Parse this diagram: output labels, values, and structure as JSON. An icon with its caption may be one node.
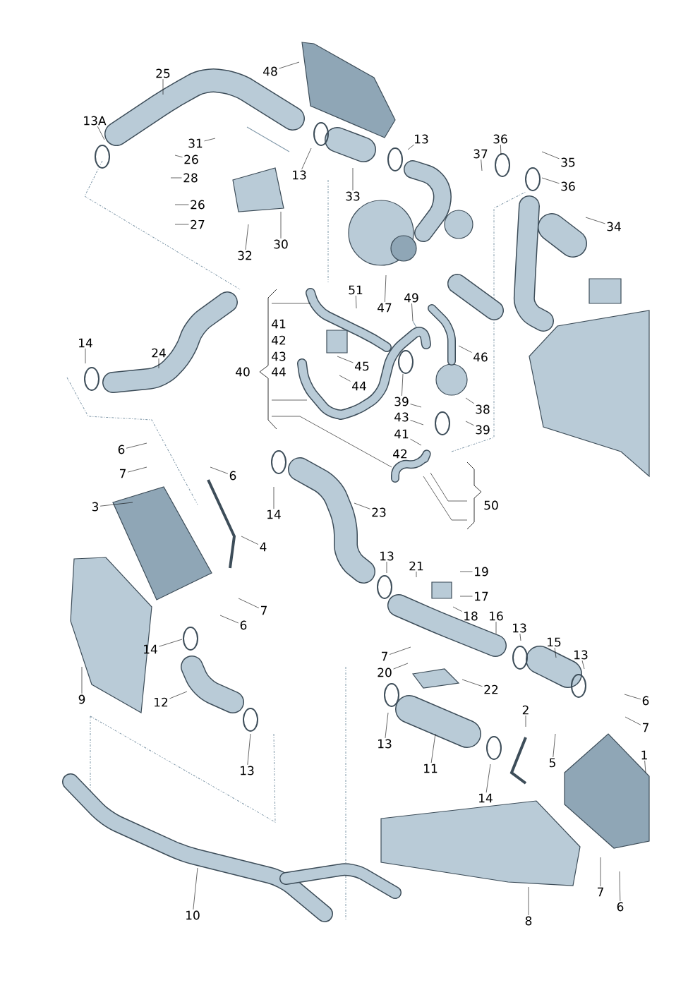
{
  "diagram": {
    "nodes": [
      {
        "text": [
          "25"
        ]
      },
      {
        "text": [
          "48"
        ]
      },
      {
        "text": [
          "13A"
        ]
      },
      {
        "text": [
          "31"
        ]
      },
      {
        "text": [
          "26"
        ]
      },
      {
        "text": [
          "28"
        ]
      },
      {
        "text": [
          "13"
        ]
      },
      {
        "text": [
          "13"
        ]
      },
      {
        "text": [
          "36"
        ]
      },
      {
        "text": [
          "37"
        ]
      },
      {
        "text": [
          "35"
        ]
      },
      {
        "text": [
          "36"
        ]
      },
      {
        "text": [
          "26"
        ]
      },
      {
        "text": [
          "27"
        ]
      },
      {
        "text": [
          "33"
        ]
      },
      {
        "text": [
          "34"
        ]
      },
      {
        "text": [
          "32"
        ]
      },
      {
        "text": [
          "30"
        ]
      },
      {
        "text": [
          "47"
        ]
      },
      {
        "text": [
          "51"
        ]
      },
      {
        "text": [
          "49"
        ]
      },
      {
        "text": [
          "45"
        ]
      },
      {
        "text": [
          "44"
        ]
      },
      {
        "text": [
          "46"
        ]
      },
      {
        "text": [
          "14"
        ]
      },
      {
        "text": [
          "24"
        ]
      },
      {
        "text": [
          "39"
        ]
      },
      {
        "text": [
          "43"
        ]
      },
      {
        "text": [
          "38"
        ]
      },
      {
        "text": [
          "39"
        ]
      },
      {
        "text": [
          "41"
        ]
      },
      {
        "text": [
          "6"
        ]
      },
      {
        "text": [
          "7"
        ]
      },
      {
        "text": [
          "6"
        ]
      },
      {
        "text": [
          "3"
        ]
      },
      {
        "text": [
          "14"
        ]
      },
      {
        "text": [
          "23"
        ]
      },
      {
        "text": [
          "4"
        ]
      },
      {
        "text": [
          "13"
        ]
      },
      {
        "text": [
          "21"
        ]
      },
      {
        "text": [
          "19"
        ]
      },
      {
        "text": [
          "17"
        ]
      },
      {
        "text": [
          "7"
        ]
      },
      {
        "text": [
          "18"
        ]
      },
      {
        "text": [
          "16"
        ]
      },
      {
        "text": [
          "6"
        ]
      },
      {
        "text": [
          "13"
        ]
      },
      {
        "text": [
          "15"
        ]
      },
      {
        "text": [
          "14"
        ]
      },
      {
        "text": [
          "13"
        ]
      },
      {
        "text": [
          "7"
        ]
      },
      {
        "text": [
          "20"
        ]
      },
      {
        "text": [
          "22"
        ]
      },
      {
        "text": [
          "9"
        ]
      },
      {
        "text": [
          "12"
        ]
      },
      {
        "text": [
          "6"
        ]
      },
      {
        "text": [
          "2"
        ]
      },
      {
        "text": [
          "7"
        ]
      },
      {
        "text": [
          "13"
        ]
      },
      {
        "text": [
          "1"
        ]
      },
      {
        "text": [
          "11"
        ]
      },
      {
        "text": [
          "5"
        ]
      },
      {
        "text": [
          "13"
        ]
      },
      {
        "text": [
          "14"
        ]
      },
      {
        "text": [
          "7"
        ]
      },
      {
        "text": [
          "6"
        ]
      },
      {
        "text": [
          "10"
        ]
      },
      {
        "text": [
          "8"
        ]
      }
    ],
    "edges": [
      {
        "from": 0,
        "to": null,
        "arrow": "none"
      },
      {
        "from": 1,
        "to": null,
        "arrow": "none"
      },
      {
        "from": 2,
        "to": null,
        "arrow": "none"
      },
      {
        "from": 3,
        "to": null,
        "arrow": "none"
      },
      {
        "from": 4,
        "to": null,
        "arrow": "none"
      },
      {
        "from": 5,
        "to": null,
        "arrow": "none"
      },
      {
        "from": 6,
        "to": null,
        "arrow": "none"
      },
      {
        "from": 7,
        "to": null,
        "arrow": "none"
      },
      {
        "from": 8,
        "to": null,
        "arrow": "none"
      },
      {
        "from": 9,
        "to": null,
        "arrow": "none"
      },
      {
        "from": 10,
        "to": null,
        "arrow": "none"
      },
      {
        "from": 11,
        "to": null,
        "arrow": "none"
      },
      {
        "from": 12,
        "to": null,
        "arrow": "none"
      },
      {
        "from": 13,
        "to": null,
        "arrow": "none"
      },
      {
        "from": 14,
        "to": null,
        "arrow": "none"
      },
      {
        "from": 15,
        "to": null,
        "arrow": "none"
      },
      {
        "from": 16,
        "to": null,
        "arrow": "none"
      },
      {
        "from": 17,
        "to": null,
        "arrow": "none"
      },
      {
        "from": 18,
        "to": null,
        "arrow": "none"
      },
      {
        "from": 19,
        "to": null,
        "arrow": "none"
      },
      {
        "from": 20,
        "to": null,
        "arrow": "none"
      },
      {
        "from": 21,
        "to": null,
        "arrow": "none"
      },
      {
        "from": 22,
        "to": null,
        "arrow": "none"
      },
      {
        "from": 23,
        "to": null,
        "arrow": "none"
      },
      {
        "from": 24,
        "to": null,
        "arrow": "none"
      },
      {
        "from": 25,
        "to": null,
        "arrow": "none"
      },
      {
        "from": 26,
        "to": null,
        "arrow": "none"
      },
      {
        "from": 26,
        "to": null,
        "arrow": "none"
      },
      {
        "from": 27,
        "to": null,
        "arrow": "none"
      },
      {
        "from": 28,
        "to": null,
        "arrow": "none"
      },
      {
        "from": 29,
        "to": null,
        "arrow": "none"
      },
      {
        "from": 30,
        "to": null,
        "arrow": "none"
      },
      {
        "from": 31,
        "to": null,
        "arrow": "none"
      },
      {
        "from": 32,
        "to": null,
        "arrow": "none"
      },
      {
        "from": 33,
        "to": null,
        "arrow": "none"
      },
      {
        "from": 34,
        "to": null,
        "arrow": "none"
      },
      {
        "from": 35,
        "to": null,
        "arrow": "none"
      },
      {
        "from": 36,
        "to": null,
        "arrow": "none"
      },
      {
        "from": 37,
        "to": null,
        "arrow": "none"
      },
      {
        "from": 38,
        "to": null,
        "arrow": "none"
      },
      {
        "from": 39,
        "to": null,
        "arrow": "none"
      },
      {
        "from": 40,
        "to": null,
        "arrow": "none"
      },
      {
        "from": 41,
        "to": null,
        "arrow": "none"
      },
      {
        "from": 42,
        "to": null,
        "arrow": "none"
      },
      {
        "from": 43,
        "to": null,
        "arrow": "none"
      },
      {
        "from": 44,
        "to": null,
        "arrow": "none"
      },
      {
        "from": 45,
        "to": null,
        "arrow": "none"
      },
      {
        "from": 46,
        "to": null,
        "arrow": "none"
      },
      {
        "from": 47,
        "to": null,
        "arrow": "none"
      },
      {
        "from": 48,
        "to": null,
        "arrow": "none"
      },
      {
        "from": 49,
        "to": null,
        "arrow": "none"
      },
      {
        "from": 50,
        "to": null,
        "arrow": "none"
      },
      {
        "from": 51,
        "to": null,
        "arrow": "none"
      },
      {
        "from": 52,
        "to": null,
        "arrow": "none"
      },
      {
        "from": 53,
        "to": null,
        "arrow": "none"
      },
      {
        "from": 54,
        "to": null,
        "arrow": "none"
      },
      {
        "from": 55,
        "to": null,
        "arrow": "none"
      },
      {
        "from": 56,
        "to": null,
        "arrow": "none"
      },
      {
        "from": 57,
        "to": null,
        "arrow": "none"
      },
      {
        "from": 58,
        "to": null,
        "arrow": "none"
      },
      {
        "from": 59,
        "to": null,
        "arrow": "none"
      },
      {
        "from": 60,
        "to": null,
        "arrow": "none"
      },
      {
        "from": 61,
        "to": null,
        "arrow": "none"
      },
      {
        "from": 62,
        "to": null,
        "arrow": "none"
      },
      {
        "from": 63,
        "to": null,
        "arrow": "none"
      },
      {
        "from": 64,
        "to": null,
        "arrow": "none"
      },
      {
        "from": 65,
        "to": null,
        "arrow": "none"
      },
      {
        "from": 66,
        "to": null,
        "arrow": "none"
      },
      {
        "from": 67,
        "to": null,
        "arrow": "none"
      }
    ],
    "labels": [
      "41",
      "42",
      "43",
      "44",
      "40",
      "42",
      "50"
    ]
  }
}
